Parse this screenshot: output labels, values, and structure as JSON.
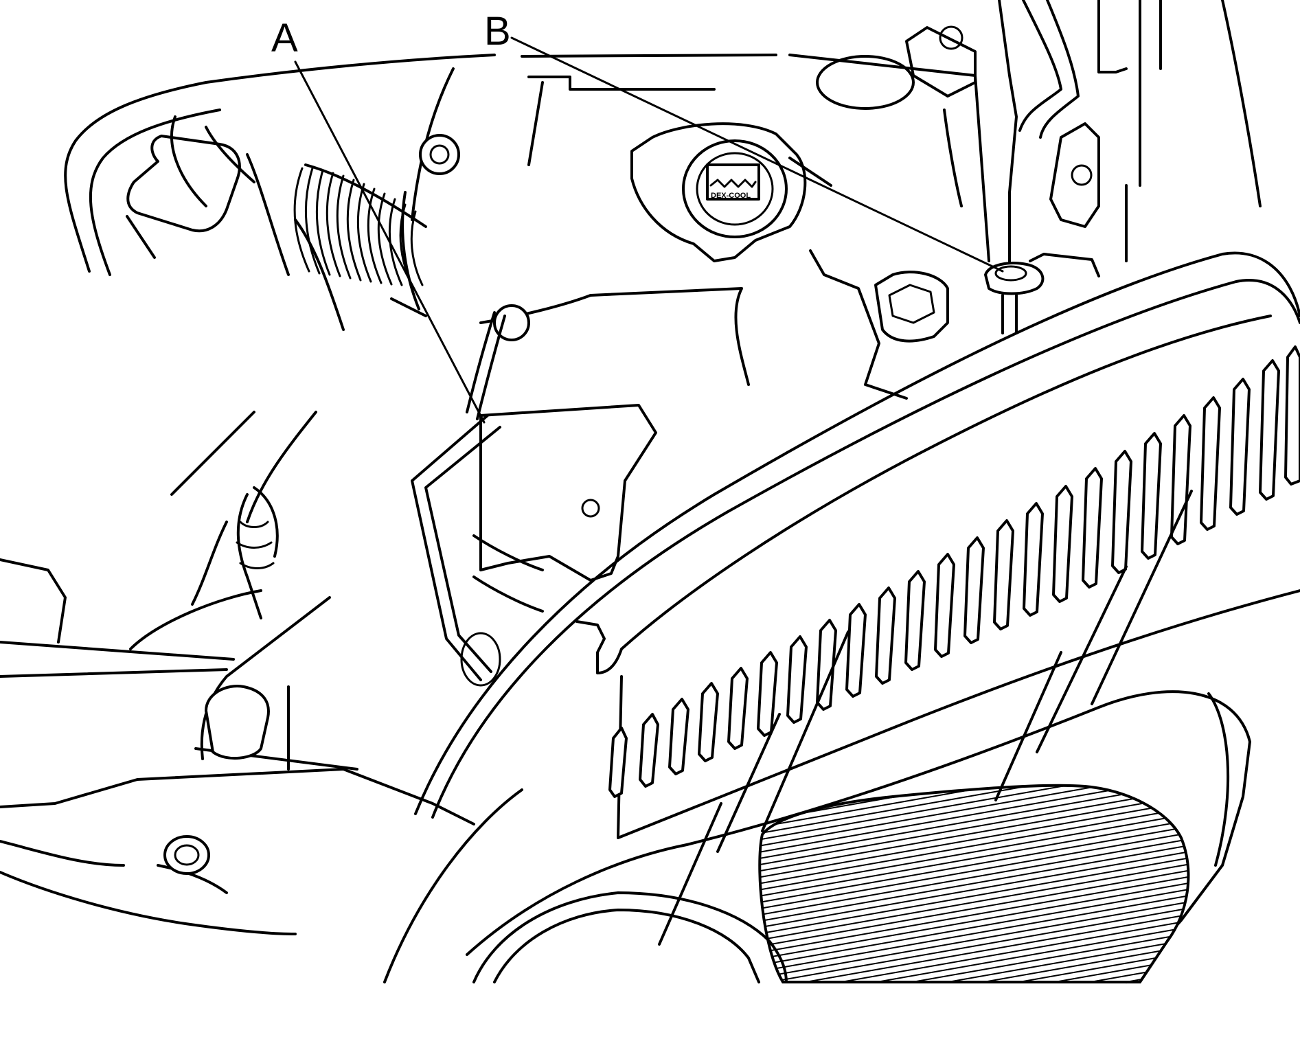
{
  "callouts": [
    {
      "id": "A",
      "label": "A"
    },
    {
      "id": "B",
      "label": "B"
    }
  ],
  "coolant_cap": {
    "text": "DEX-COOL"
  },
  "colors": {
    "line": "#000000",
    "background": "#ffffff"
  }
}
